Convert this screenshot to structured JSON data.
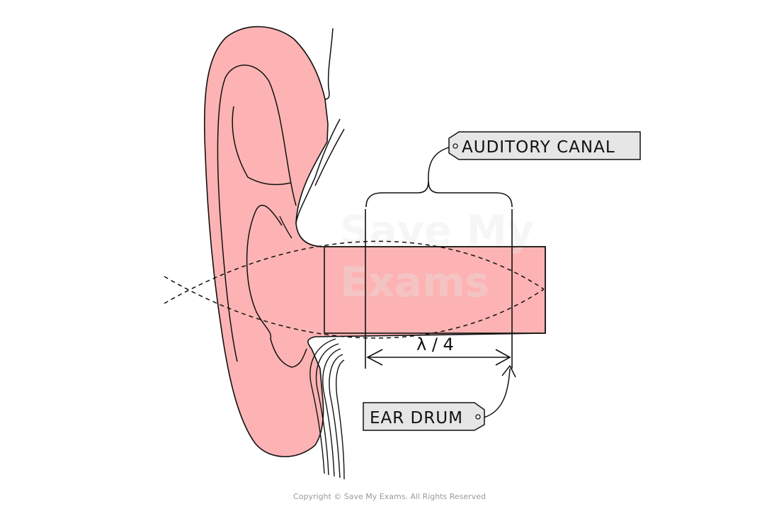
{
  "diagram": {
    "labels": {
      "auditory_canal": "AUDITORY CANAL",
      "ear_drum": "EAR DRUM",
      "wavelength": "λ / 4"
    },
    "watermark": [
      "Save My",
      "Exams"
    ],
    "copyright": "Copyright © Save My Exams. All Rights Reserved"
  },
  "colors": {
    "ear_fill": "#FDB3B3",
    "canal_fill": "#F9B1B1",
    "outline": "#111111",
    "label_tag": "#E6E6E6"
  }
}
